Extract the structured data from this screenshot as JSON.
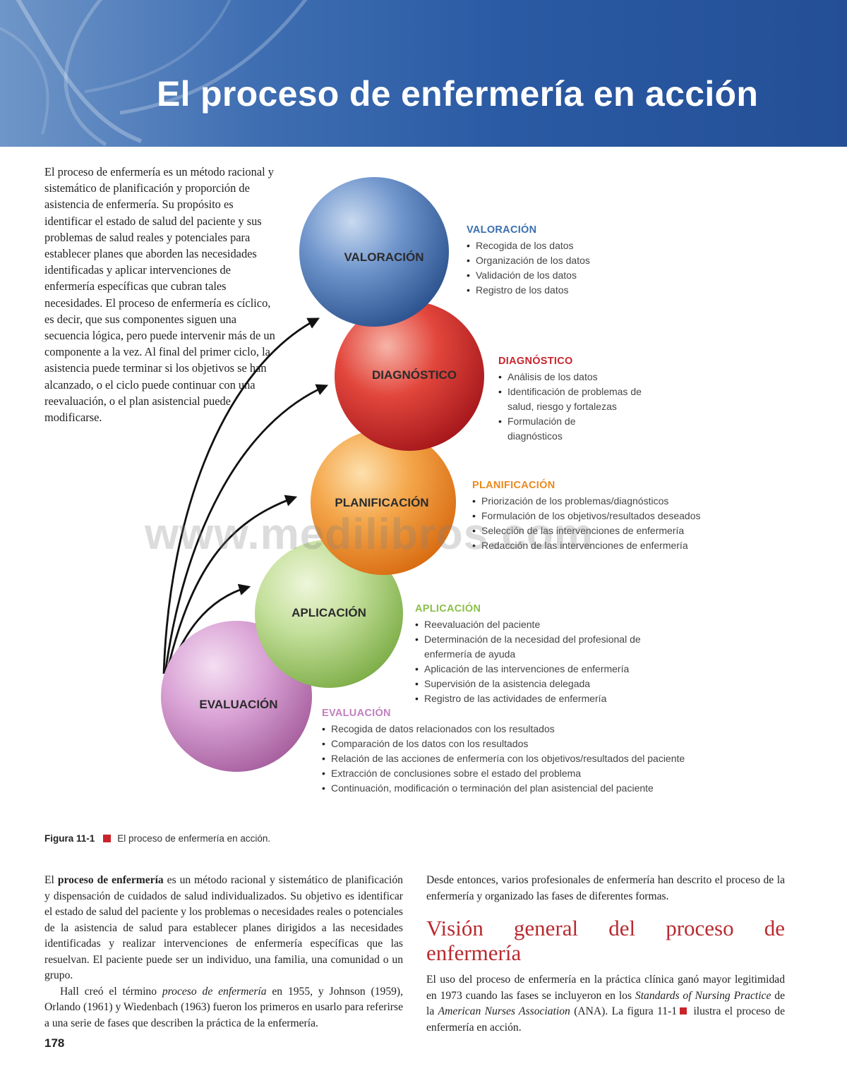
{
  "header": {
    "title": "El proceso de enfermería en acción"
  },
  "intro": {
    "text": "El proceso de enfermería es un método racional y sistemático de planificación y proporción de asistencia de enfermería. Su propósito es identificar el estado de salud del paciente y sus problemas de salud reales y potenciales para establecer planes que aborden las necesidades identificadas y aplicar intervenciones de enfermería específicas que cubran tales necesidades. El proceso de enfermería es cíclico, es decir, que sus componentes siguen una secuencia lógica, pero puede intervenir más de un componente a la vez. Al final del primer ciclo, la asistencia puede terminar si los objetivos se han alcanzado, o el ciclo puede continuar con una reevaluación, o el plan asistencial puede modificarse."
  },
  "diagram": {
    "spheres": [
      "VALORACIÓN",
      "DIAGNÓSTICO",
      "PLANIFICACIÓN",
      "APLICACIÓN",
      "EVALUACIÓN"
    ],
    "phases": [
      {
        "title": "VALORACIÓN",
        "color": "#3a6fb0",
        "items": [
          "Recogida de los datos",
          "Organización de los datos",
          "Validación de los datos",
          "Registro de los datos"
        ]
      },
      {
        "title": "DIAGNÓSTICO",
        "color": "#c9252c",
        "items": [
          "Análisis de los datos",
          "Identificación de problemas de salud, riesgo y fortalezas",
          "Formulación de diagnósticos"
        ]
      },
      {
        "title": "PLANIFICACIÓN",
        "color": "#e98a1e",
        "items": [
          "Priorización de los problemas/diagnósticos",
          "Formulación de los objetivos/resultados deseados",
          "Selección de las intervenciones de enfermería",
          "Redacción de las intervenciones de enfermería"
        ]
      },
      {
        "title": "APLICACIÓN",
        "color": "#8cbf4a",
        "items": [
          "Reevaluación del paciente",
          "Determinación de la necesidad del profesional de enfermería de ayuda",
          "Aplicación de las intervenciones de enfermería",
          "Supervisión de la asistencia delegada",
          "Registro de las actividades de enfermería"
        ]
      },
      {
        "title": "EVALUACIÓN",
        "color": "#c37fbf",
        "items": [
          "Recogida de datos relacionados con los resultados",
          "Comparación de los datos con los resultados",
          "Relación de las acciones de enfermería con los objetivos/resultados del paciente",
          "Extracción de conclusiones sobre el estado del problema",
          "Continuación, modificación o terminación del plan asistencial del paciente"
        ]
      }
    ],
    "watermark": "www.medilibros.com"
  },
  "caption": {
    "label": "Figura 11-1",
    "text": "El proceso de enfermería en acción."
  },
  "body": {
    "left": {
      "p1_lead": "El ",
      "p1_term": "proceso de enfermería",
      "p1_rest": " es un método racional y sistemático de planificación y dispensación de cuidados de salud individualizados. Su objetivo es identificar el estado de salud del paciente y los problemas o necesidades reales o potenciales de la asistencia de salud para establecer planes dirigidos a las necesidades identificadas y realizar intervenciones de enfermería específicas que las resuelvan. El paciente puede ser un individuo, una familia, una comunidad o un grupo.",
      "p2_lead": "Hall creó el término ",
      "p2_term": "proceso de enfermería",
      "p2_rest": " en 1955, y Johnson (1959), Orlando (1961) y Wiedenbach (1963) fueron los primeros en usarlo para referirse a una serie de fases que describen la práctica de la enfermería."
    },
    "right": {
      "p1": "Desde entonces, varios profesionales de enfermería han descrito el proceso de la enfermería y organizado las fases de diferentes formas.",
      "section_title": "Visión general del proceso de enfermería",
      "p2_lead": "El uso del proceso de enfermería en la práctica clínica ganó mayor legitimidad en 1973 cuando las fases se incluyeron en los ",
      "p2_italic1": "Standards of Nursing Practice",
      "p2_mid": " de la ",
      "p2_italic2": "American Nurses Association",
      "p2_mid2": " (ANA). La figura 11-1",
      "p2_end": " ilustra el proceso de enfermería en acción."
    }
  },
  "page_number": "178"
}
